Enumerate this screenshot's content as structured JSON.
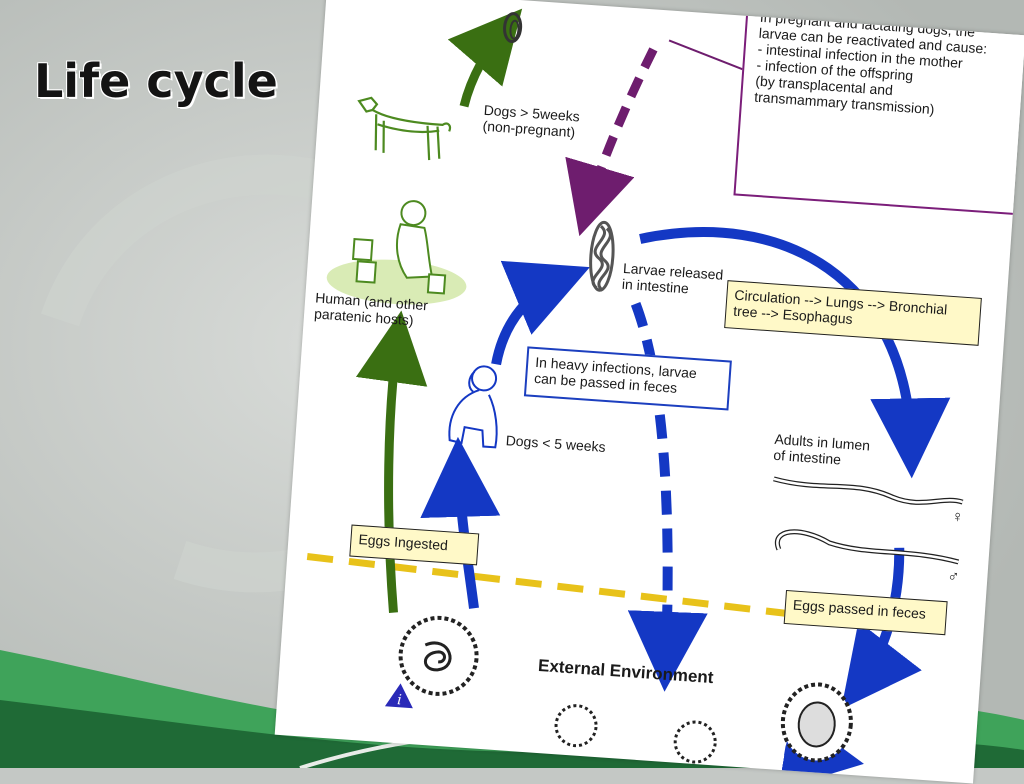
{
  "slide": {
    "title": "Life cycle",
    "colors": {
      "background": "#c4c8c5",
      "wave_green": "#3fa35a",
      "wave_dark": "#1f6a36"
    }
  },
  "diagram": {
    "colors": {
      "green_arrow": "#3a6f12",
      "blue_arrow": "#1438c4",
      "purple_arrow": "#6e1d6e",
      "yellow_line": "#e8c21a",
      "label_fill": "#fff9c8"
    },
    "labels": {
      "dogs_over": "Dogs > 5weeks",
      "non_pregnant": "(non-pregnant)",
      "human_line1": "Human (and other",
      "human_line2": "paratenic hosts)",
      "larvae_line1": "Larvae released",
      "larvae_line2": "in intestine",
      "dogs_under": "Dogs < 5 weeks",
      "adults_line1": "Adults in lumen",
      "adults_line2": "of intestine",
      "female_symbol": "♀",
      "male_symbol": "♂",
      "external_environment": "External Environment",
      "info_icon_letter": "i"
    },
    "note_box": {
      "line1": "In pregnant and lactating dogs, the",
      "line2": "larvae can be reactivated and cause:",
      "line3": " - intestinal infection in the mother",
      "line4": " - infection of the offspring",
      "line5": "   (by transplacental and",
      "line6": "   transmammary transmission)"
    },
    "circulation_box": {
      "line1": "Circulation --> Lungs --> Bronchial",
      "line2": "tree --> Esophagus"
    },
    "heavy_box": {
      "line1": "In heavy infections, larvae",
      "line2": "can be passed in feces"
    },
    "eggs_ingested": "Eggs Ingested",
    "eggs_passed": "Eggs passed in feces"
  }
}
